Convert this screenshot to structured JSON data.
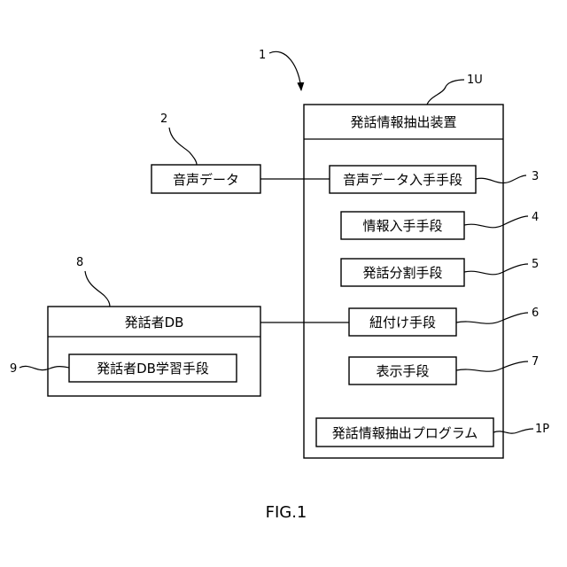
{
  "refs": {
    "system": "1",
    "device": "1U",
    "voice_data": "2",
    "voice_acquire": "3",
    "info_acquire": "4",
    "split": "5",
    "link": "6",
    "display": "7",
    "speaker_db": "8",
    "db_learning": "9",
    "program": "1P"
  },
  "labels": {
    "device": "発話情報抽出装置",
    "voice_data": "音声データ",
    "voice_acquire": "音声データ入手手段",
    "info_acquire": "情報入手手段",
    "split": "発話分割手段",
    "link": "紐付け手段",
    "display": "表示手段",
    "program": "発話情報抽出プログラム",
    "speaker_db": "発話者DB",
    "db_learning": "発話者DB学習手段"
  },
  "figure_label": "FIG.1"
}
